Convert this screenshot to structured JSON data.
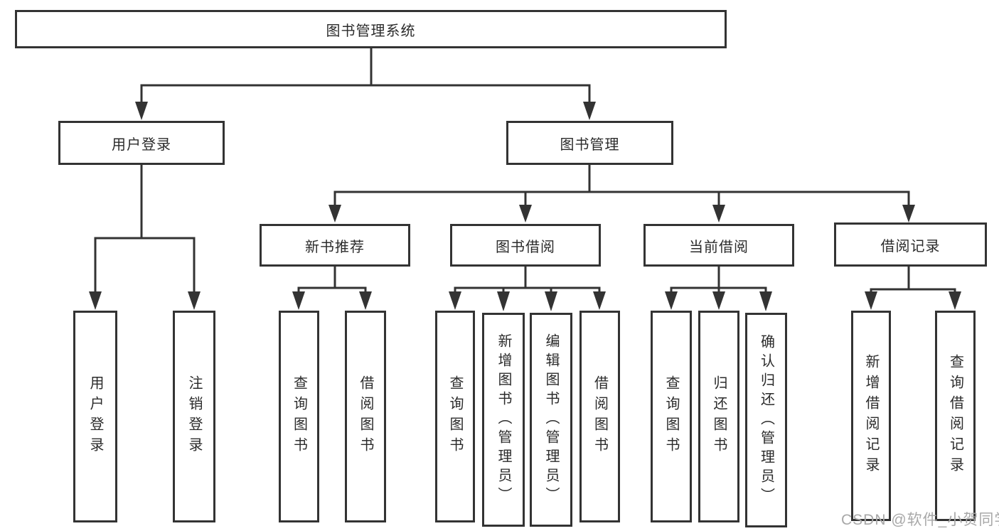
{
  "diagram": {
    "tree": {
      "label": "图书管理系统",
      "children": [
        {
          "label": "用户登录",
          "children": [
            {
              "label": "用户登录"
            },
            {
              "label": "注销登录"
            }
          ]
        },
        {
          "label": "图书管理",
          "children": [
            {
              "label": "新书推荐",
              "children": [
                {
                  "label": "查询图书"
                },
                {
                  "label": "借阅图书"
                }
              ]
            },
            {
              "label": "图书借阅",
              "children": [
                {
                  "label": "查询图书"
                },
                {
                  "label": "新增图书（管理员）"
                },
                {
                  "label": "编辑图书（管理员）"
                },
                {
                  "label": "借阅图书"
                }
              ]
            },
            {
              "label": "当前借阅",
              "children": [
                {
                  "label": "查询图书"
                },
                {
                  "label": "归还图书"
                },
                {
                  "label": "确认归还（管理员）"
                }
              ]
            },
            {
              "label": "借阅记录",
              "children": [
                {
                  "label": "新增借阅记录"
                },
                {
                  "label": "查询借阅记录"
                }
              ]
            }
          ]
        }
      ]
    },
    "watermark": "CSDN @软件_小贺同学",
    "colors": {
      "line": "#333333",
      "box_border": "#333333",
      "text": "#2b2b2b",
      "watermark": "#a8a8a8",
      "background": "#ffffff"
    }
  }
}
